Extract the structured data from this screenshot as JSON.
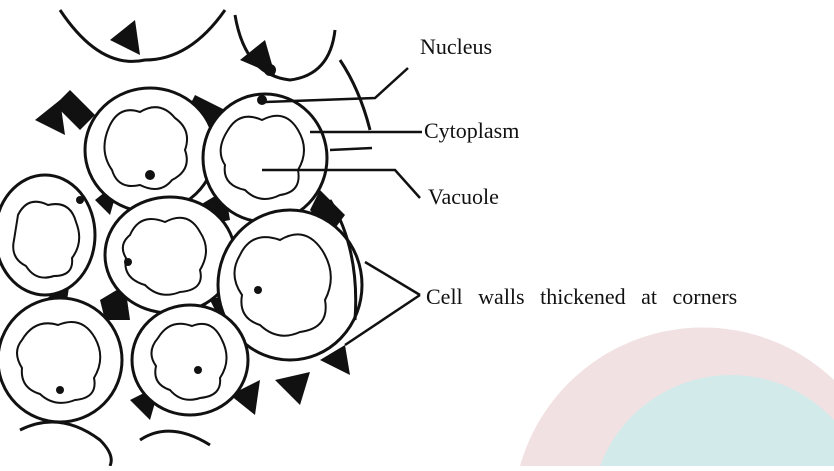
{
  "labels": {
    "nucleus": "Nucleus",
    "cytoplasm": "Cytoplasm",
    "vacuole": "Vacuole",
    "cell_walls": "Cell walls thickened at corners"
  },
  "colors": {
    "ink": "#111111",
    "background": "#ffffff",
    "watermark_pink": "#e8c8cc",
    "watermark_teal": "#c8ecec"
  }
}
